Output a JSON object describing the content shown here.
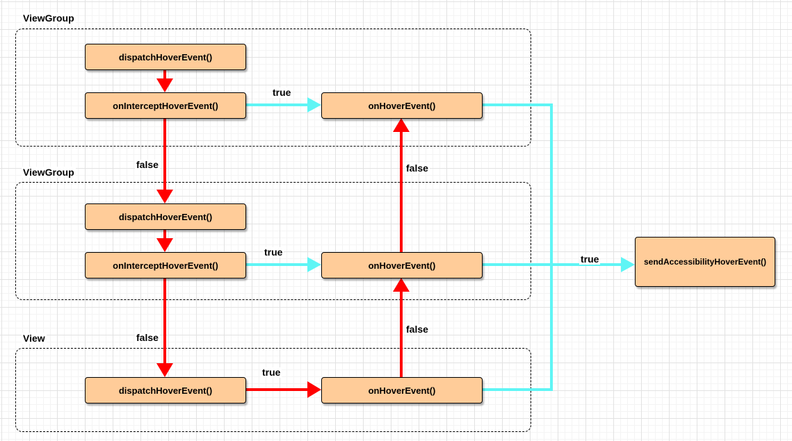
{
  "diagram": {
    "containers": [
      {
        "label": "ViewGroup"
      },
      {
        "label": "ViewGroup"
      },
      {
        "label": "View"
      }
    ],
    "nodes": [
      {
        "label": "dispatchHoverEvent()"
      },
      {
        "label": "onInterceptHoverEvent()"
      },
      {
        "label": "onHoverEvent()"
      },
      {
        "label": "dispatchHoverEvent()"
      },
      {
        "label": "onInterceptHoverEvent()"
      },
      {
        "label": "onHoverEvent()"
      },
      {
        "label": "dispatchHoverEvent()"
      },
      {
        "label": "onHoverEvent()"
      },
      {
        "label": "sendAccessibilityHoverEvent()"
      }
    ],
    "edge_labels": [
      {
        "text": "true"
      },
      {
        "text": "false"
      },
      {
        "text": "false"
      },
      {
        "text": "true"
      },
      {
        "text": "true"
      },
      {
        "text": "false"
      },
      {
        "text": "false"
      },
      {
        "text": "true"
      }
    ],
    "colors": {
      "node_fill": "#FFCC99",
      "node_border": "#000000",
      "red_arrow": "#FF0000",
      "cyan_arrow": "#5FF5F5",
      "text": "#000000"
    }
  }
}
